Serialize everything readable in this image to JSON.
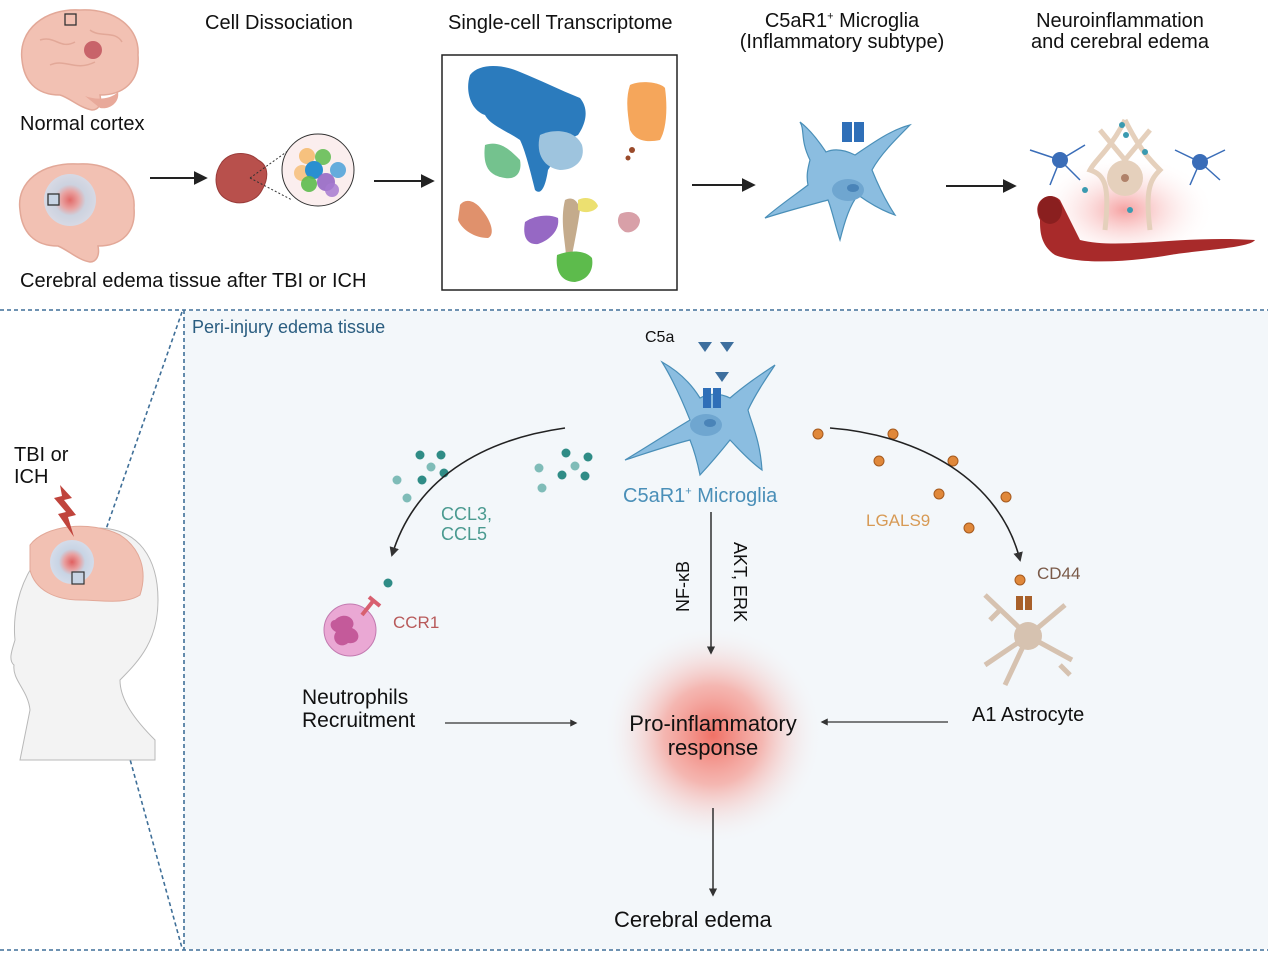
{
  "top_workflow": {
    "samples": {
      "normal_label": "Normal cortex",
      "edema_label": "Cerebral edema tissue after TBI or ICH"
    },
    "steps": [
      {
        "id": "cell-dissociation",
        "title": "Cell Dissociation"
      },
      {
        "id": "single-cell-transcriptome",
        "title": "Single-cell Transcriptome"
      },
      {
        "id": "c5ar1-microglia",
        "title_line1_prefix": "C5aR1",
        "title_line1_sup": "+",
        "title_line1_suffix": " Microglia",
        "title_line2": "(Inflammatory subtype)"
      },
      {
        "id": "neuroinflammation",
        "title_line1": "Neuroinflammation",
        "title_line2": "and cerebral edema"
      }
    ],
    "umap_clusters": [
      {
        "name": "cluster-dark-blue",
        "color": "#2b7bbd"
      },
      {
        "name": "cluster-light-blue",
        "color": "#9ec4de"
      },
      {
        "name": "cluster-orange",
        "color": "#f5a65b"
      },
      {
        "name": "cluster-teal-green",
        "color": "#74c28e"
      },
      {
        "name": "cluster-salmon",
        "color": "#e0916c"
      },
      {
        "name": "cluster-purple",
        "color": "#9668c4"
      },
      {
        "name": "cluster-tan",
        "color": "#c4ab8c"
      },
      {
        "name": "cluster-yellow",
        "color": "#ece070"
      },
      {
        "name": "cluster-green",
        "color": "#5dbb4c"
      },
      {
        "name": "cluster-pink",
        "color": "#d8a0a8"
      },
      {
        "name": "cluster-brown",
        "color": "#9a4a2a"
      }
    ]
  },
  "bottom_mechanism": {
    "injury_label_line1": "TBI or",
    "injury_label_line2": "ICH",
    "panel_title": "Peri-injury edema tissue",
    "ligand_c5a": "C5a",
    "microglia_label_prefix": "C5aR1",
    "microglia_label_sup": "+",
    "microglia_label_suffix": " Microglia",
    "chemokines_line1": "CCL3,",
    "chemokines_line2": "CCL5",
    "receptor_ccr1": "CCR1",
    "neutrophils_line1": "Neutrophils",
    "neutrophils_line2": "Recruitment",
    "pathway_left": "NF-κB",
    "pathway_right": "AKT, ERK",
    "ligand_lgals9": "LGALS9",
    "receptor_cd44": "CD44",
    "astrocyte_label": "A1 Astrocyte",
    "response_line1": "Pro-inflammatory",
    "response_line2": "response",
    "outcome": "Cerebral edema"
  },
  "colors": {
    "panel_title": "#2a5d80",
    "microglia_text": "#4a8fb8",
    "chemokine_text": "#4a9a90",
    "ccr1_text": "#b85a5a",
    "lgals9_text": "#d79a55",
    "cd44_text": "#7a5a48",
    "dashed_line": "#3f6f98"
  }
}
